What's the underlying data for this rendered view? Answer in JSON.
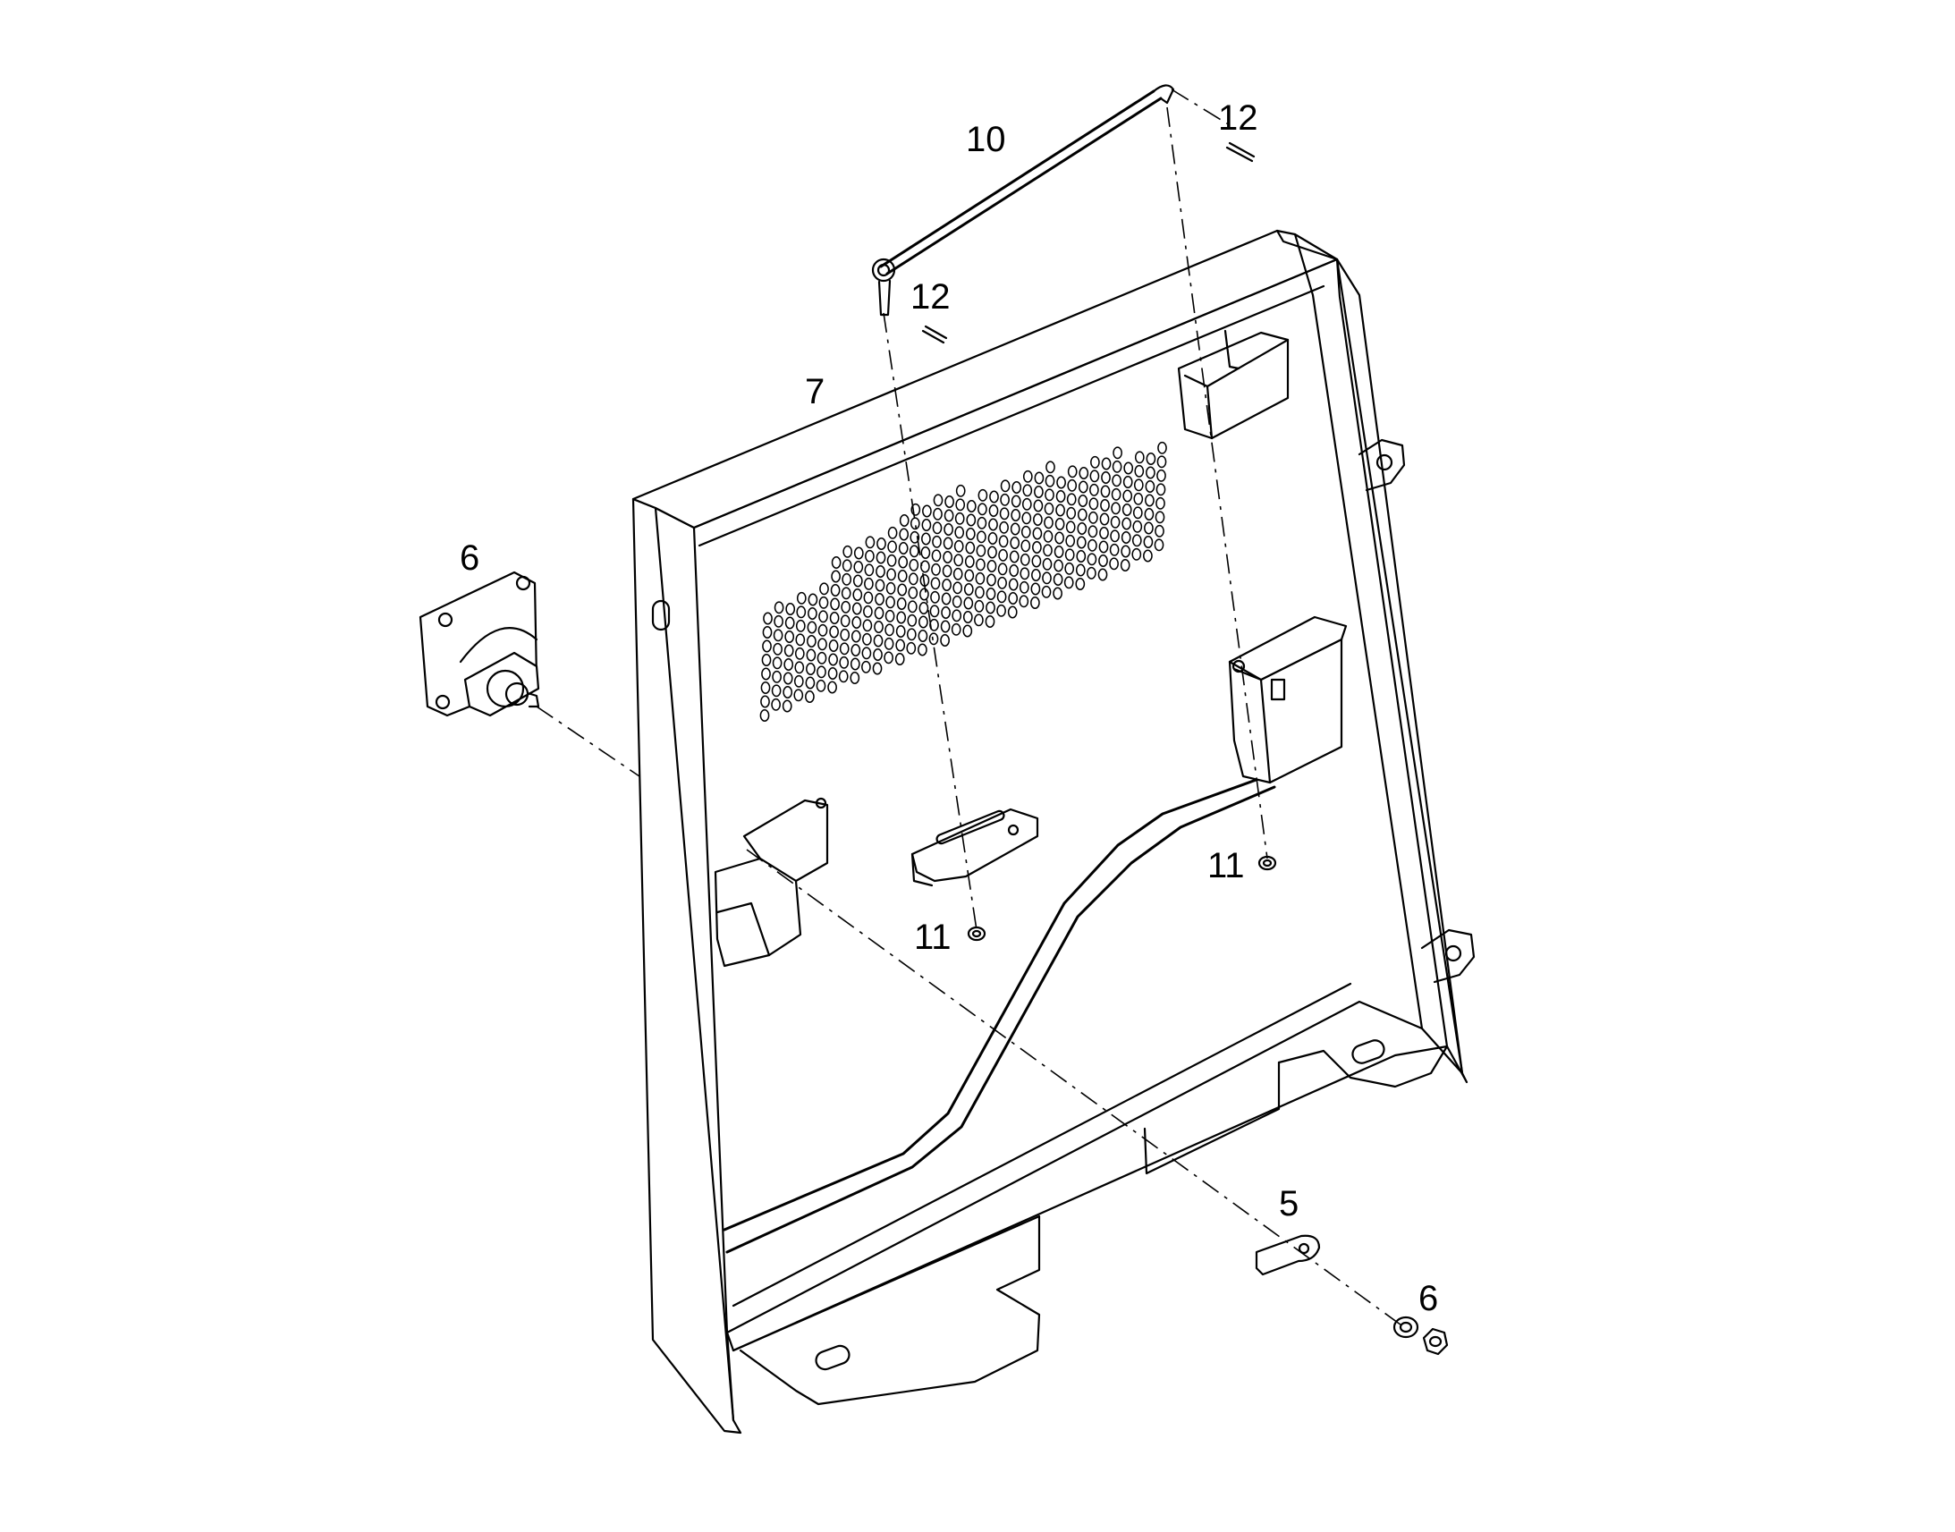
{
  "callouts": [
    {
      "id": "c-10",
      "label": "10"
    },
    {
      "id": "c-12a",
      "label": "12"
    },
    {
      "id": "c-12b",
      "label": "12"
    },
    {
      "id": "c-7",
      "label": "7"
    },
    {
      "id": "c-6a",
      "label": "6"
    },
    {
      "id": "c-11a",
      "label": "11"
    },
    {
      "id": "c-11b",
      "label": "11"
    },
    {
      "id": "c-5",
      "label": "5"
    },
    {
      "id": "c-6b",
      "label": "6"
    }
  ]
}
